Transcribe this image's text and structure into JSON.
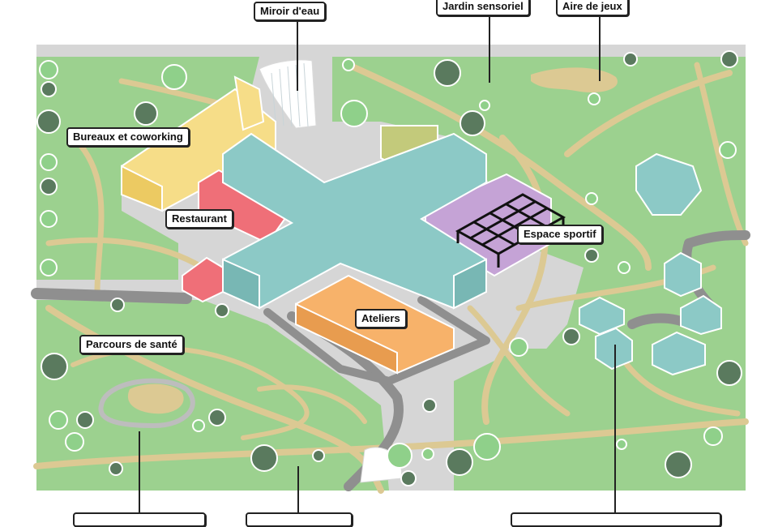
{
  "map": {
    "colors": {
      "grass": "#9cd18f",
      "path": "#dcc993",
      "road": "#8f8f8f",
      "plaza": "#d6d6d6",
      "teal_building": "#8cc9c6",
      "yellow_building": "#f6dd88",
      "red_building": "#ef6f78",
      "orange_building": "#f7b26a",
      "purple_building": "#c5a3d6",
      "olive_building": "#c3ca7b",
      "tree_dark": "#5a7a5e",
      "tree_light": "#8fd08a"
    },
    "labels": {
      "miroir": "Miroir d'eau",
      "jardin": "Jardin sensoriel",
      "aire": "Aire de jeux",
      "bureaux": "Bureaux et coworking",
      "restaurant": "Restaurant",
      "sportif": "Espace sportif",
      "ateliers": "Ateliers",
      "parcours": "Parcours de santé"
    }
  }
}
